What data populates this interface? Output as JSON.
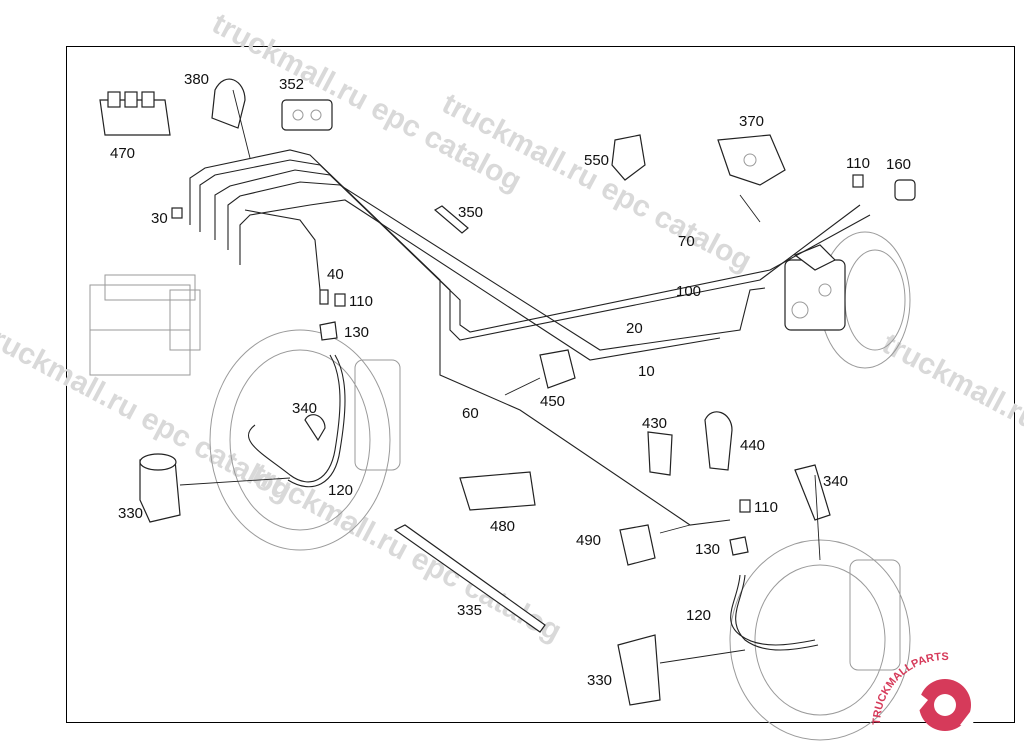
{
  "watermarks": [
    "truckmall.ru epc catalog",
    "truckmall.ru epc catalog",
    "truckmall.ru epc catalog",
    "truckmall.ru epc catalog",
    "truckmall.ru"
  ],
  "brand": {
    "logo_text": "TRUCKMALLPARTS",
    "accent": "#d63a5a",
    "accent_dark": "#b8243f"
  },
  "labels": {
    "p470": "470",
    "p380": "380",
    "p352": "352",
    "p370": "370",
    "p550": "550",
    "p110a": "110",
    "p160": "160",
    "p30": "30",
    "p350": "350",
    "p70": "70",
    "p40": "40",
    "p110b": "110",
    "p100": "100",
    "p130a": "130",
    "p20": "20",
    "p10": "10",
    "p450": "450",
    "p60": "60",
    "p340a": "340",
    "p430": "430",
    "p440": "440",
    "p120a": "120",
    "p330a": "330",
    "p340b": "340",
    "p110c": "110",
    "p480": "480",
    "p490": "490",
    "p130b": "130",
    "p335": "335",
    "p120b": "120",
    "p330b": "330"
  }
}
